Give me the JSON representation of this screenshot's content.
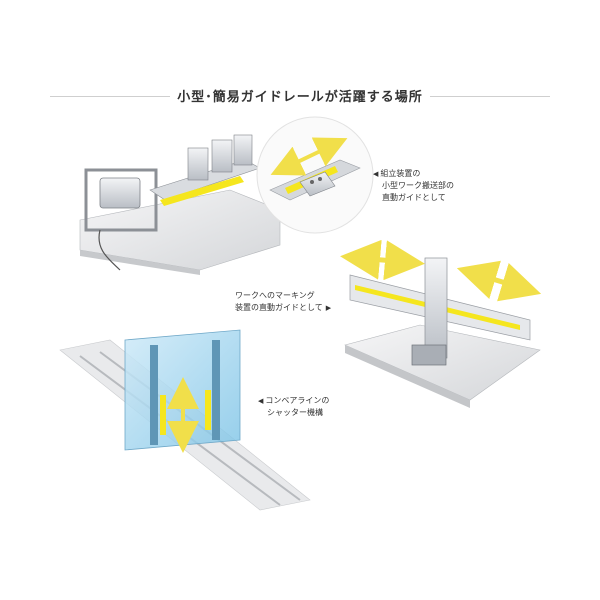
{
  "title": "小型･簡易ガイドレールが活躍する場所",
  "captions": {
    "assembly": [
      "組立装置の",
      "小型ワーク搬送部の",
      "直動ガイドとして"
    ],
    "marking": [
      "ワークへのマーキング",
      "装置の直動ガイドとして"
    ],
    "shutter": [
      "コンベアラインの",
      "シャッター機構"
    ]
  },
  "colors": {
    "accent": "#f5e61e",
    "arrow": "#f7e97a",
    "glass": "#9fd3ee",
    "metal": "#c9ced4",
    "base": "#e7e8ea"
  },
  "icons": {
    "caption_marker_left": "◀",
    "caption_marker_right": "▶"
  }
}
